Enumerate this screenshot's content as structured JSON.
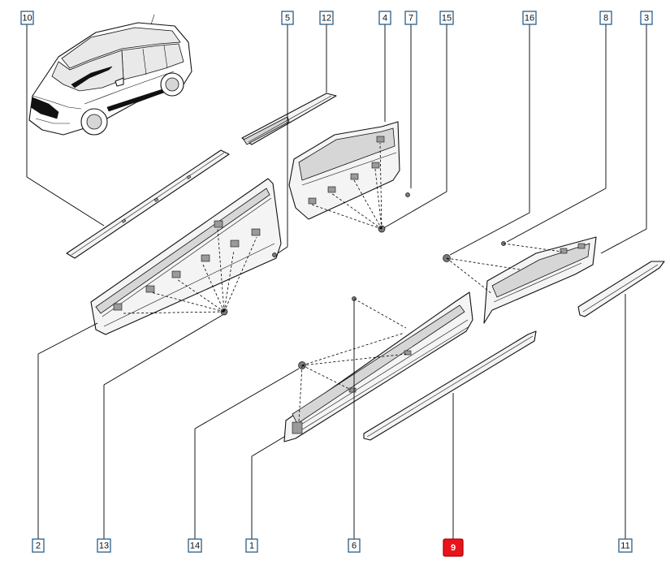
{
  "callouts": [
    {
      "id": "c10",
      "label": "10",
      "active": false
    },
    {
      "id": "c5",
      "label": "5",
      "active": false
    },
    {
      "id": "c12",
      "label": "12",
      "active": false
    },
    {
      "id": "c4",
      "label": "4",
      "active": false
    },
    {
      "id": "c7",
      "label": "7",
      "active": false
    },
    {
      "id": "c15",
      "label": "15",
      "active": false
    },
    {
      "id": "c16",
      "label": "16",
      "active": false
    },
    {
      "id": "c8",
      "label": "8",
      "active": false
    },
    {
      "id": "c3",
      "label": "3",
      "active": false
    },
    {
      "id": "c2",
      "label": "2",
      "active": false
    },
    {
      "id": "c13",
      "label": "13",
      "active": false
    },
    {
      "id": "c14",
      "label": "14",
      "active": false
    },
    {
      "id": "c1",
      "label": "1",
      "active": false
    },
    {
      "id": "c6",
      "label": "6",
      "active": false
    },
    {
      "id": "c9",
      "label": "9",
      "active": true
    },
    {
      "id": "c11",
      "label": "11",
      "active": false
    }
  ],
  "colors": {
    "callout_border": "#2a5f8a",
    "active_callout": "#e8141c",
    "line_art": "#111111"
  }
}
